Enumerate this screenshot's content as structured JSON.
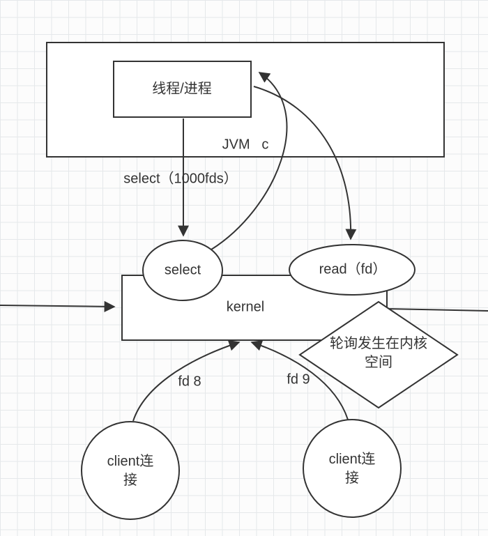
{
  "labels": {
    "thread_process": "线程/进程",
    "jvm": "JVM   c",
    "select_call": "select（1000fds）",
    "select_node": "select",
    "read_node": "read（fd）",
    "kernel": "kernel",
    "poll_note": "轮询发生在内核\n空间",
    "fd8": "fd 8",
    "fd9": "fd 9",
    "client_left": "client连\n接",
    "client_right": "client连\n接"
  },
  "colors": {
    "stroke": "#333333",
    "text": "#333333",
    "shape_fill": "#ffffff",
    "grid_line": "#e5e8ea",
    "background": "#fcfcfc"
  }
}
